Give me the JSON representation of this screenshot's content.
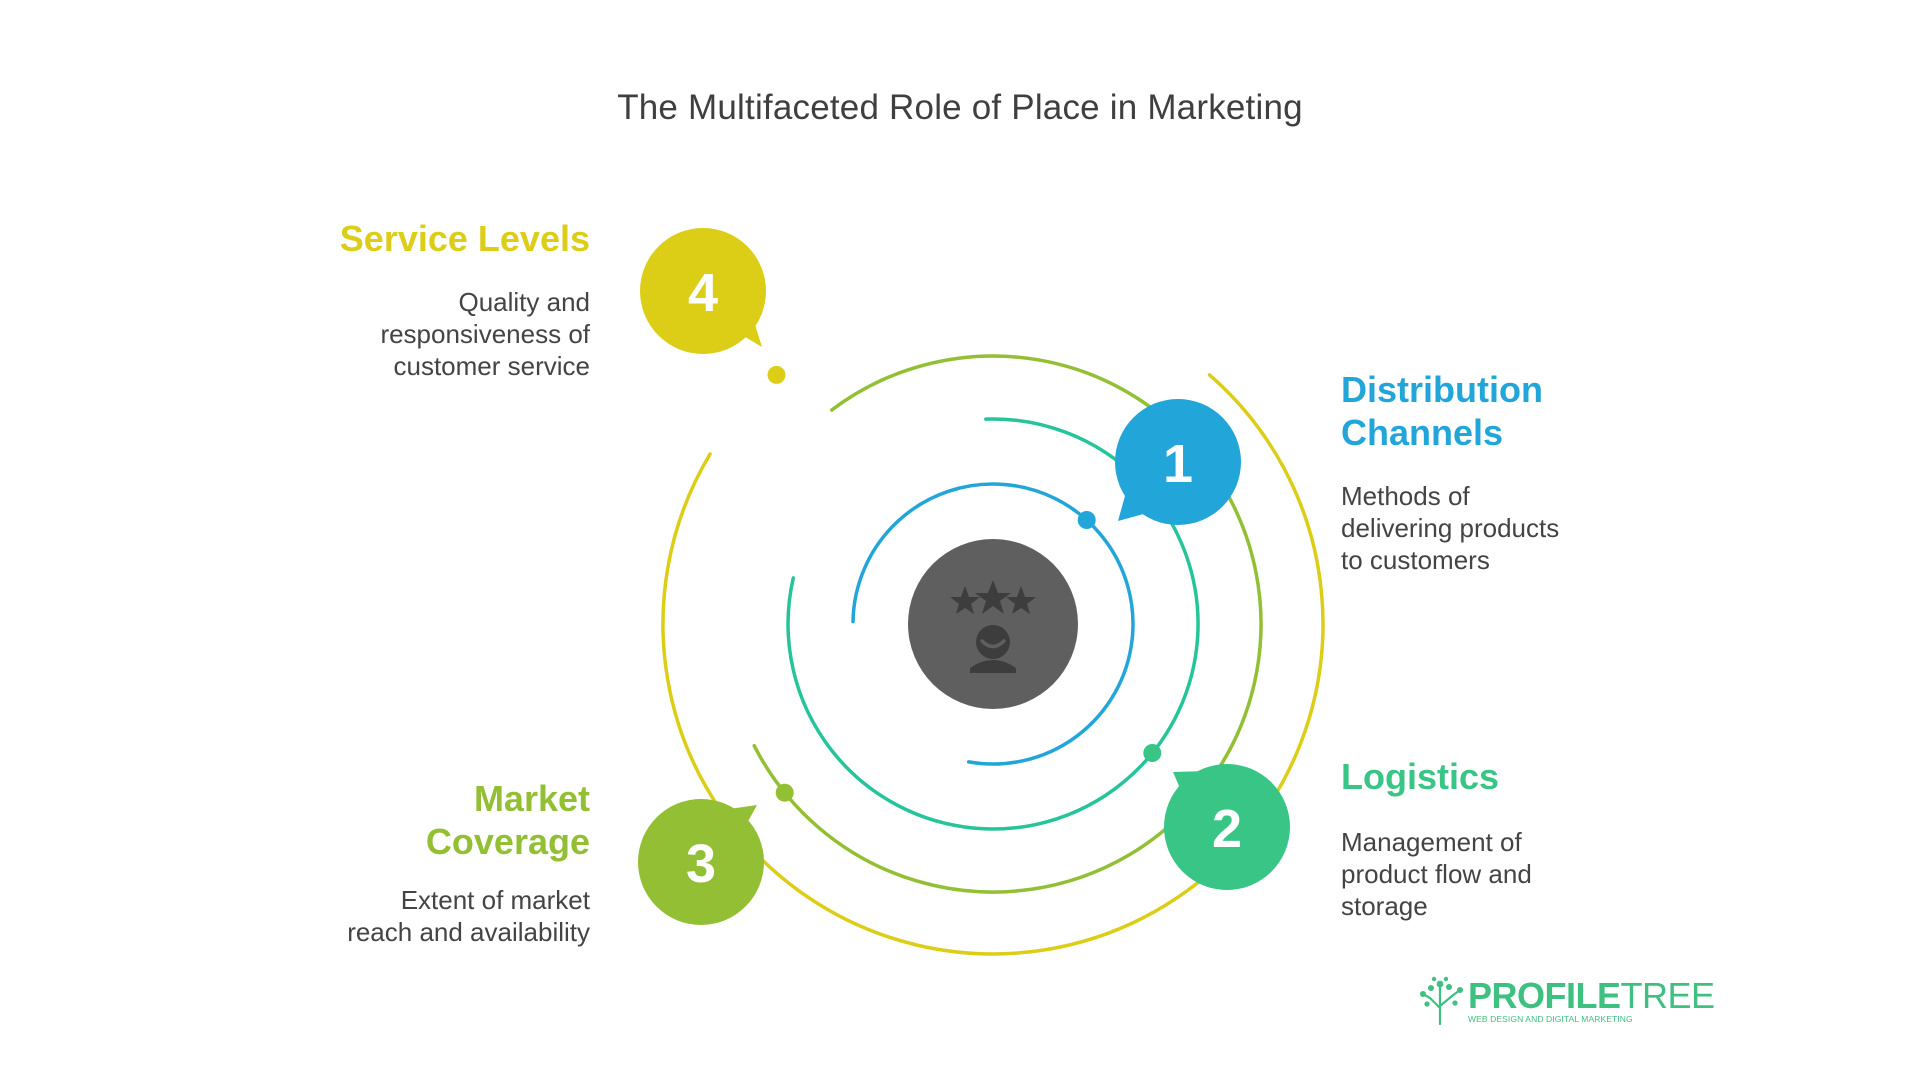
{
  "title": "The Multifaceted Role of Place in Marketing",
  "colors": {
    "yellow": "#dccd17",
    "lime": "#92bf33",
    "green": "#38c585",
    "teal": "#26c49a",
    "blue": "#22a6d9",
    "center": "#5f5f5f",
    "text": "#444444"
  },
  "center_icon": "rating-stars-person-icon",
  "items": [
    {
      "number": "1",
      "title_lines": [
        "Distribution",
        "Channels"
      ],
      "description_lines": [
        "Methods of",
        "delivering products",
        "to customers"
      ]
    },
    {
      "number": "2",
      "title_lines": [
        "Logistics"
      ],
      "description_lines": [
        "Management of",
        "product flow and",
        "storage"
      ]
    },
    {
      "number": "3",
      "title_lines": [
        "Market",
        "Coverage"
      ],
      "description_lines": [
        "Extent of market",
        "reach and availability"
      ]
    },
    {
      "number": "4",
      "title_lines": [
        "Service Levels"
      ],
      "description_lines": [
        "Quality and",
        "responsiveness of",
        "customer service"
      ]
    }
  ],
  "logo": {
    "name_bold": "PROFILE",
    "name_light": "TREE",
    "tagline": "WEB DESIGN AND DIGITAL MARKETING",
    "icon": "tree-icon"
  }
}
